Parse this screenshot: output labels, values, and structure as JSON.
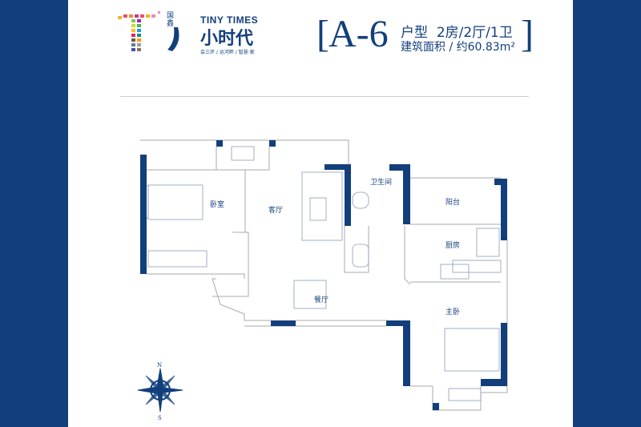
{
  "brand": {
    "en": "TINY TIMES",
    "cn": "小时代",
    "prefix": "国鑫",
    "slogan": "会三环 / 运河畔 / 智慧·家"
  },
  "unit": {
    "code": "A-6",
    "type_label": "户型",
    "layout": "2房/2厅/1卫",
    "area": "建筑面积 / 约60.83m²"
  },
  "rooms": {
    "bedroom": "卧室",
    "living": "客厅",
    "bathroom": "卫生间",
    "balcony": "阳台",
    "kitchen": "厨房",
    "dining": "餐厅",
    "master": "主卧"
  },
  "compass": {
    "north": "N",
    "south": "S"
  },
  "colors": {
    "brand": "#123f7c"
  }
}
